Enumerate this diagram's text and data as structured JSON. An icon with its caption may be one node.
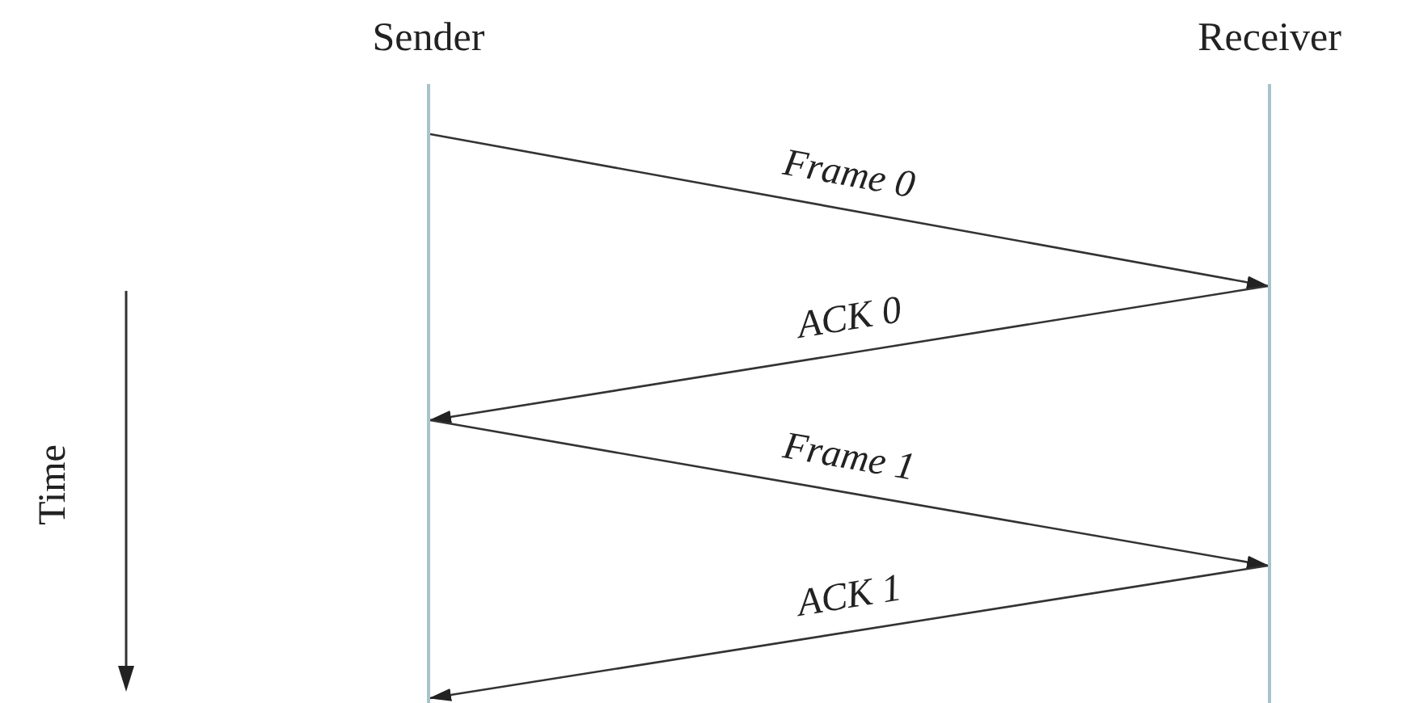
{
  "diagram": {
    "nodes": [
      {
        "text": [
          "Sender"
        ]
      },
      {
        "text": [
          "Receiver"
        ]
      }
    ],
    "edges": [
      {
        "from": 0,
        "to": 1,
        "arrow": "to",
        "label": "Frame 0"
      },
      {
        "from": 1,
        "to": 0,
        "arrow": "to",
        "label": "ACK 0"
      },
      {
        "from": 0,
        "to": 1,
        "arrow": "to",
        "label": "Frame 1"
      },
      {
        "from": 1,
        "to": 0,
        "arrow": "to",
        "label": "ACK 1"
      }
    ],
    "labels": [
      "Time"
    ]
  }
}
